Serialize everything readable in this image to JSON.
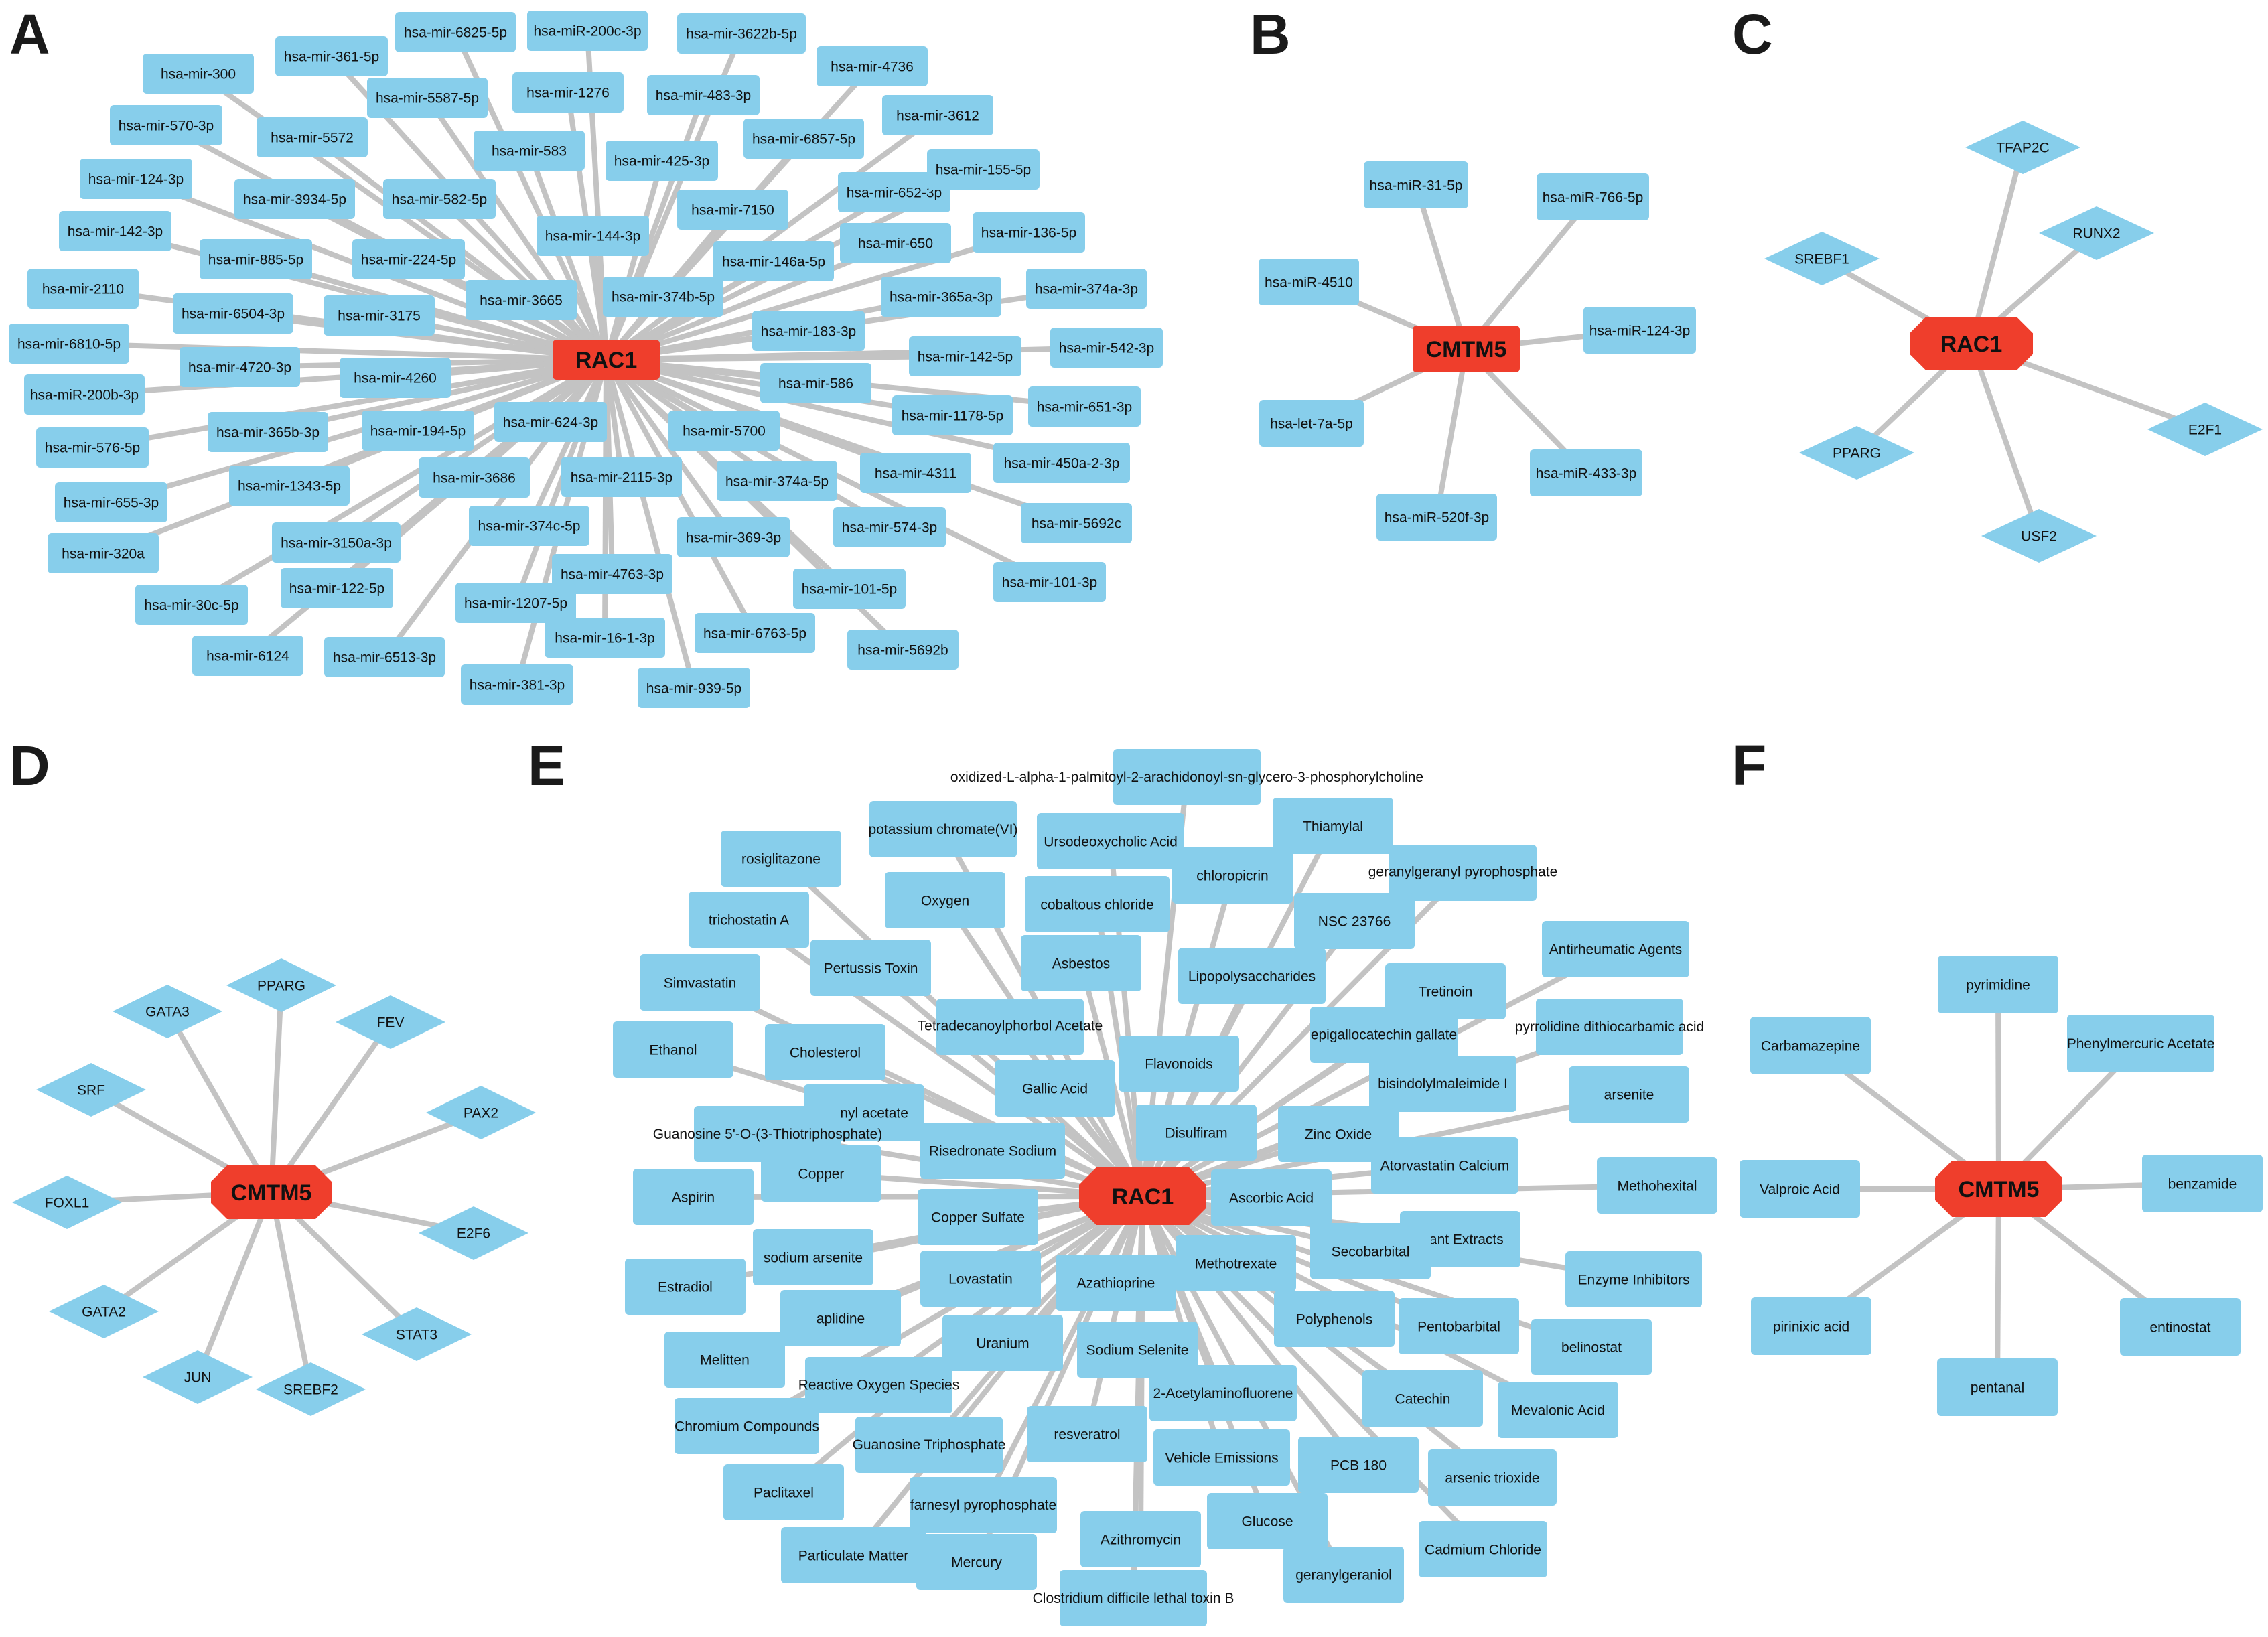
{
  "colors": {
    "node": "#87ceeb",
    "hub": "#ef3e2c",
    "edge": "#c3c3c3",
    "text": "#111111"
  },
  "panels": [
    {
      "letter": "A",
      "hub": "RAC1",
      "shape": "rect",
      "nodes": [
        "hsa-mir-300",
        "hsa-mir-361-5p",
        "hsa-mir-6825-5p",
        "hsa-miR-200c-3p",
        "hsa-mir-3622b-5p",
        "hsa-mir-4736",
        "hsa-mir-570-3p",
        "hsa-mir-5587-5p",
        "hsa-mir-1276",
        "hsa-mir-483-3p",
        "hsa-mir-3612",
        "hsa-mir-5572",
        "hsa-mir-583",
        "hsa-mir-425-3p",
        "hsa-mir-6857-5p",
        "hsa-mir-124-3p",
        "hsa-mir-582-5p",
        "hsa-mir-7150",
        "hsa-mir-652-3p",
        "hsa-mir-155-5p",
        "hsa-mir-3934-5p",
        "hsa-mir-142-3p",
        "hsa-mir-144-3p",
        "hsa-mir-146a-5p",
        "hsa-mir-650",
        "hsa-mir-136-5p",
        "hsa-mir-885-5p",
        "hsa-mir-224-5p",
        "hsa-mir-2110",
        "hsa-mir-3665",
        "hsa-mir-374b-5p",
        "hsa-mir-365a-3p",
        "hsa-mir-374a-3p",
        "hsa-mir-6504-3p",
        "hsa-mir-3175",
        "hsa-mir-183-3p",
        "hsa-mir-6810-5p",
        "hsa-mir-142-5p",
        "hsa-mir-542-3p",
        "hsa-mir-4720-3p",
        "hsa-mir-4260",
        "hsa-miR-200b-3p",
        "hsa-mir-586",
        "hsa-mir-651-3p",
        "hsa-mir-365b-3p",
        "hsa-mir-194-5p",
        "hsa-mir-624-3p",
        "hsa-mir-1178-5p",
        "hsa-mir-576-5p",
        "hsa-mir-5700",
        "hsa-mir-450a-2-3p",
        "hsa-mir-1343-5p",
        "hsa-mir-3686",
        "hsa-mir-374a-5p",
        "hsa-mir-4311",
        "hsa-mir-655-3p",
        "hsa-mir-2115-3p",
        "hsa-mir-5692c",
        "hsa-mir-374c-5p",
        "hsa-mir-574-3p",
        "hsa-mir-320a",
        "hsa-mir-3150a-3p",
        "hsa-mir-369-3p",
        "hsa-mir-4763-3p",
        "hsa-mir-101-3p",
        "hsa-mir-122-5p",
        "hsa-mir-101-5p",
        "hsa-mir-30c-5p",
        "hsa-mir-1207-5p",
        "hsa-mir-6763-5p",
        "hsa-mir-16-1-3p",
        "hsa-mir-5692b",
        "hsa-mir-6124",
        "hsa-mir-6513-3p",
        "hsa-mir-381-3p",
        "hsa-mir-939-5p"
      ]
    },
    {
      "letter": "B",
      "hub": "CMTM5",
      "shape": "rect",
      "nodes": [
        "hsa-miR-31-5p",
        "hsa-miR-766-5p",
        "hsa-miR-4510",
        "hsa-miR-124-3p",
        "hsa-let-7a-5p",
        "hsa-miR-433-3p",
        "hsa-miR-520f-3p"
      ]
    },
    {
      "letter": "C",
      "hub": "RAC1",
      "shape": "diamond",
      "nodes": [
        "TFAP2C",
        "SREBF1",
        "RUNX2",
        "E2F1",
        "PPARG",
        "USF2"
      ]
    },
    {
      "letter": "D",
      "hub": "CMTM5",
      "shape": "diamond",
      "nodes": [
        "PPARG",
        "GATA3",
        "FEV",
        "SRF",
        "PAX2",
        "FOXL1",
        "E2F6",
        "GATA2",
        "STAT3",
        "JUN",
        "SREBF2"
      ]
    },
    {
      "letter": "E",
      "hub": "RAC1",
      "shape": "rect",
      "nodes": [
        "oxidized-L-alpha-1-palmitoyl-2-arachidonoyl-sn-glycero-3-phosphorylcholine",
        "potassium chromate(VI)",
        "Ursodeoxycholic Acid",
        "Thiamylal",
        "rosiglitazone",
        "geranylgeranyl pyrophosphate",
        "chloropicrin",
        "Oxygen",
        "cobaltous chloride",
        "trichostatin A",
        "NSC 23766",
        "Pertussis Toxin",
        "Asbestos",
        "Antirheumatic Agents",
        "Simvastatin",
        "Lipopolysaccharides",
        "Tretinoin",
        "Tetradecanoylphorbol Acetate",
        "pyrrolidine dithiocarbamic acid",
        "epigallocatechin gallate",
        "Ethanol",
        "Cholesterol",
        "Flavonoids",
        "Gallic Acid",
        "bisindolylmaleimide I",
        "arsenite",
        "uranyl acetate",
        "Guanosine 5'-O-(3-Thiotriphosphate)",
        "Disulfiram",
        "Zinc Oxide",
        "Risedronate Sodium",
        "Copper",
        "Atorvastatin Calcium",
        "Methohexital",
        "Aspirin",
        "Ascorbic Acid",
        "Copper Sulfate",
        "Plant Extracts",
        "sodium arsenite",
        "Secobarbital",
        "Methotrexate",
        "Estradiol",
        "Lovastatin",
        "Azathioprine",
        "Enzyme Inhibitors",
        "aplidine",
        "Polyphenols",
        "Pentobarbital",
        "belinostat",
        "Melitten",
        "Uranium",
        "Sodium Selenite",
        "Reactive Oxygen Species",
        "Catechin",
        "2-Acetylaminofluorene",
        "Mevalonic Acid",
        "Chromium Compounds",
        "resveratrol",
        "Guanosine Triphosphate",
        "Vehicle Emissions",
        "PCB 180",
        "arsenic trioxide",
        "Paclitaxel",
        "farnesyl pyrophosphate",
        "Glucose",
        "Cadmium Chloride",
        "Particulate Matter",
        "Azithromycin",
        "Mercury",
        "geranylgeraniol",
        "Clostridium difficile lethal toxin B"
      ]
    },
    {
      "letter": "F",
      "hub": "CMTM5",
      "shape": "rect",
      "nodes": [
        "pyrimidine",
        "Carbamazepine",
        "Phenylmercuric Acetate",
        "Valproic Acid",
        "benzamide",
        "pirinixic acid",
        "entinostat",
        "pentanal"
      ]
    }
  ]
}
